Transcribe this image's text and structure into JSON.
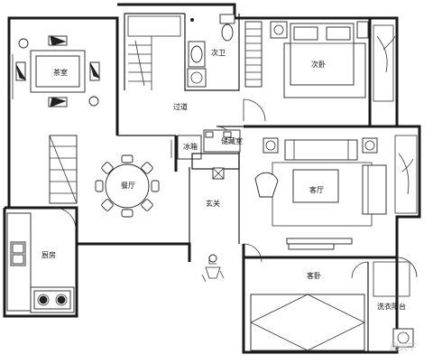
{
  "rooms": {
    "tea_room": "茶室",
    "second_bath": "次卫",
    "second_bedroom": "次卧",
    "corridor": "过道",
    "fridge": "冰箱",
    "storage": "储藏室",
    "dining": "餐厅",
    "living": "客厅",
    "foyer": "玄关",
    "kitchen": "厨房",
    "guest_bedroom": "客卧",
    "laundry_balcony": "洗衣阳台"
  },
  "watermark": "房天下",
  "colors": {
    "wall": "#1a1a1a",
    "background": "#ffffff"
  }
}
